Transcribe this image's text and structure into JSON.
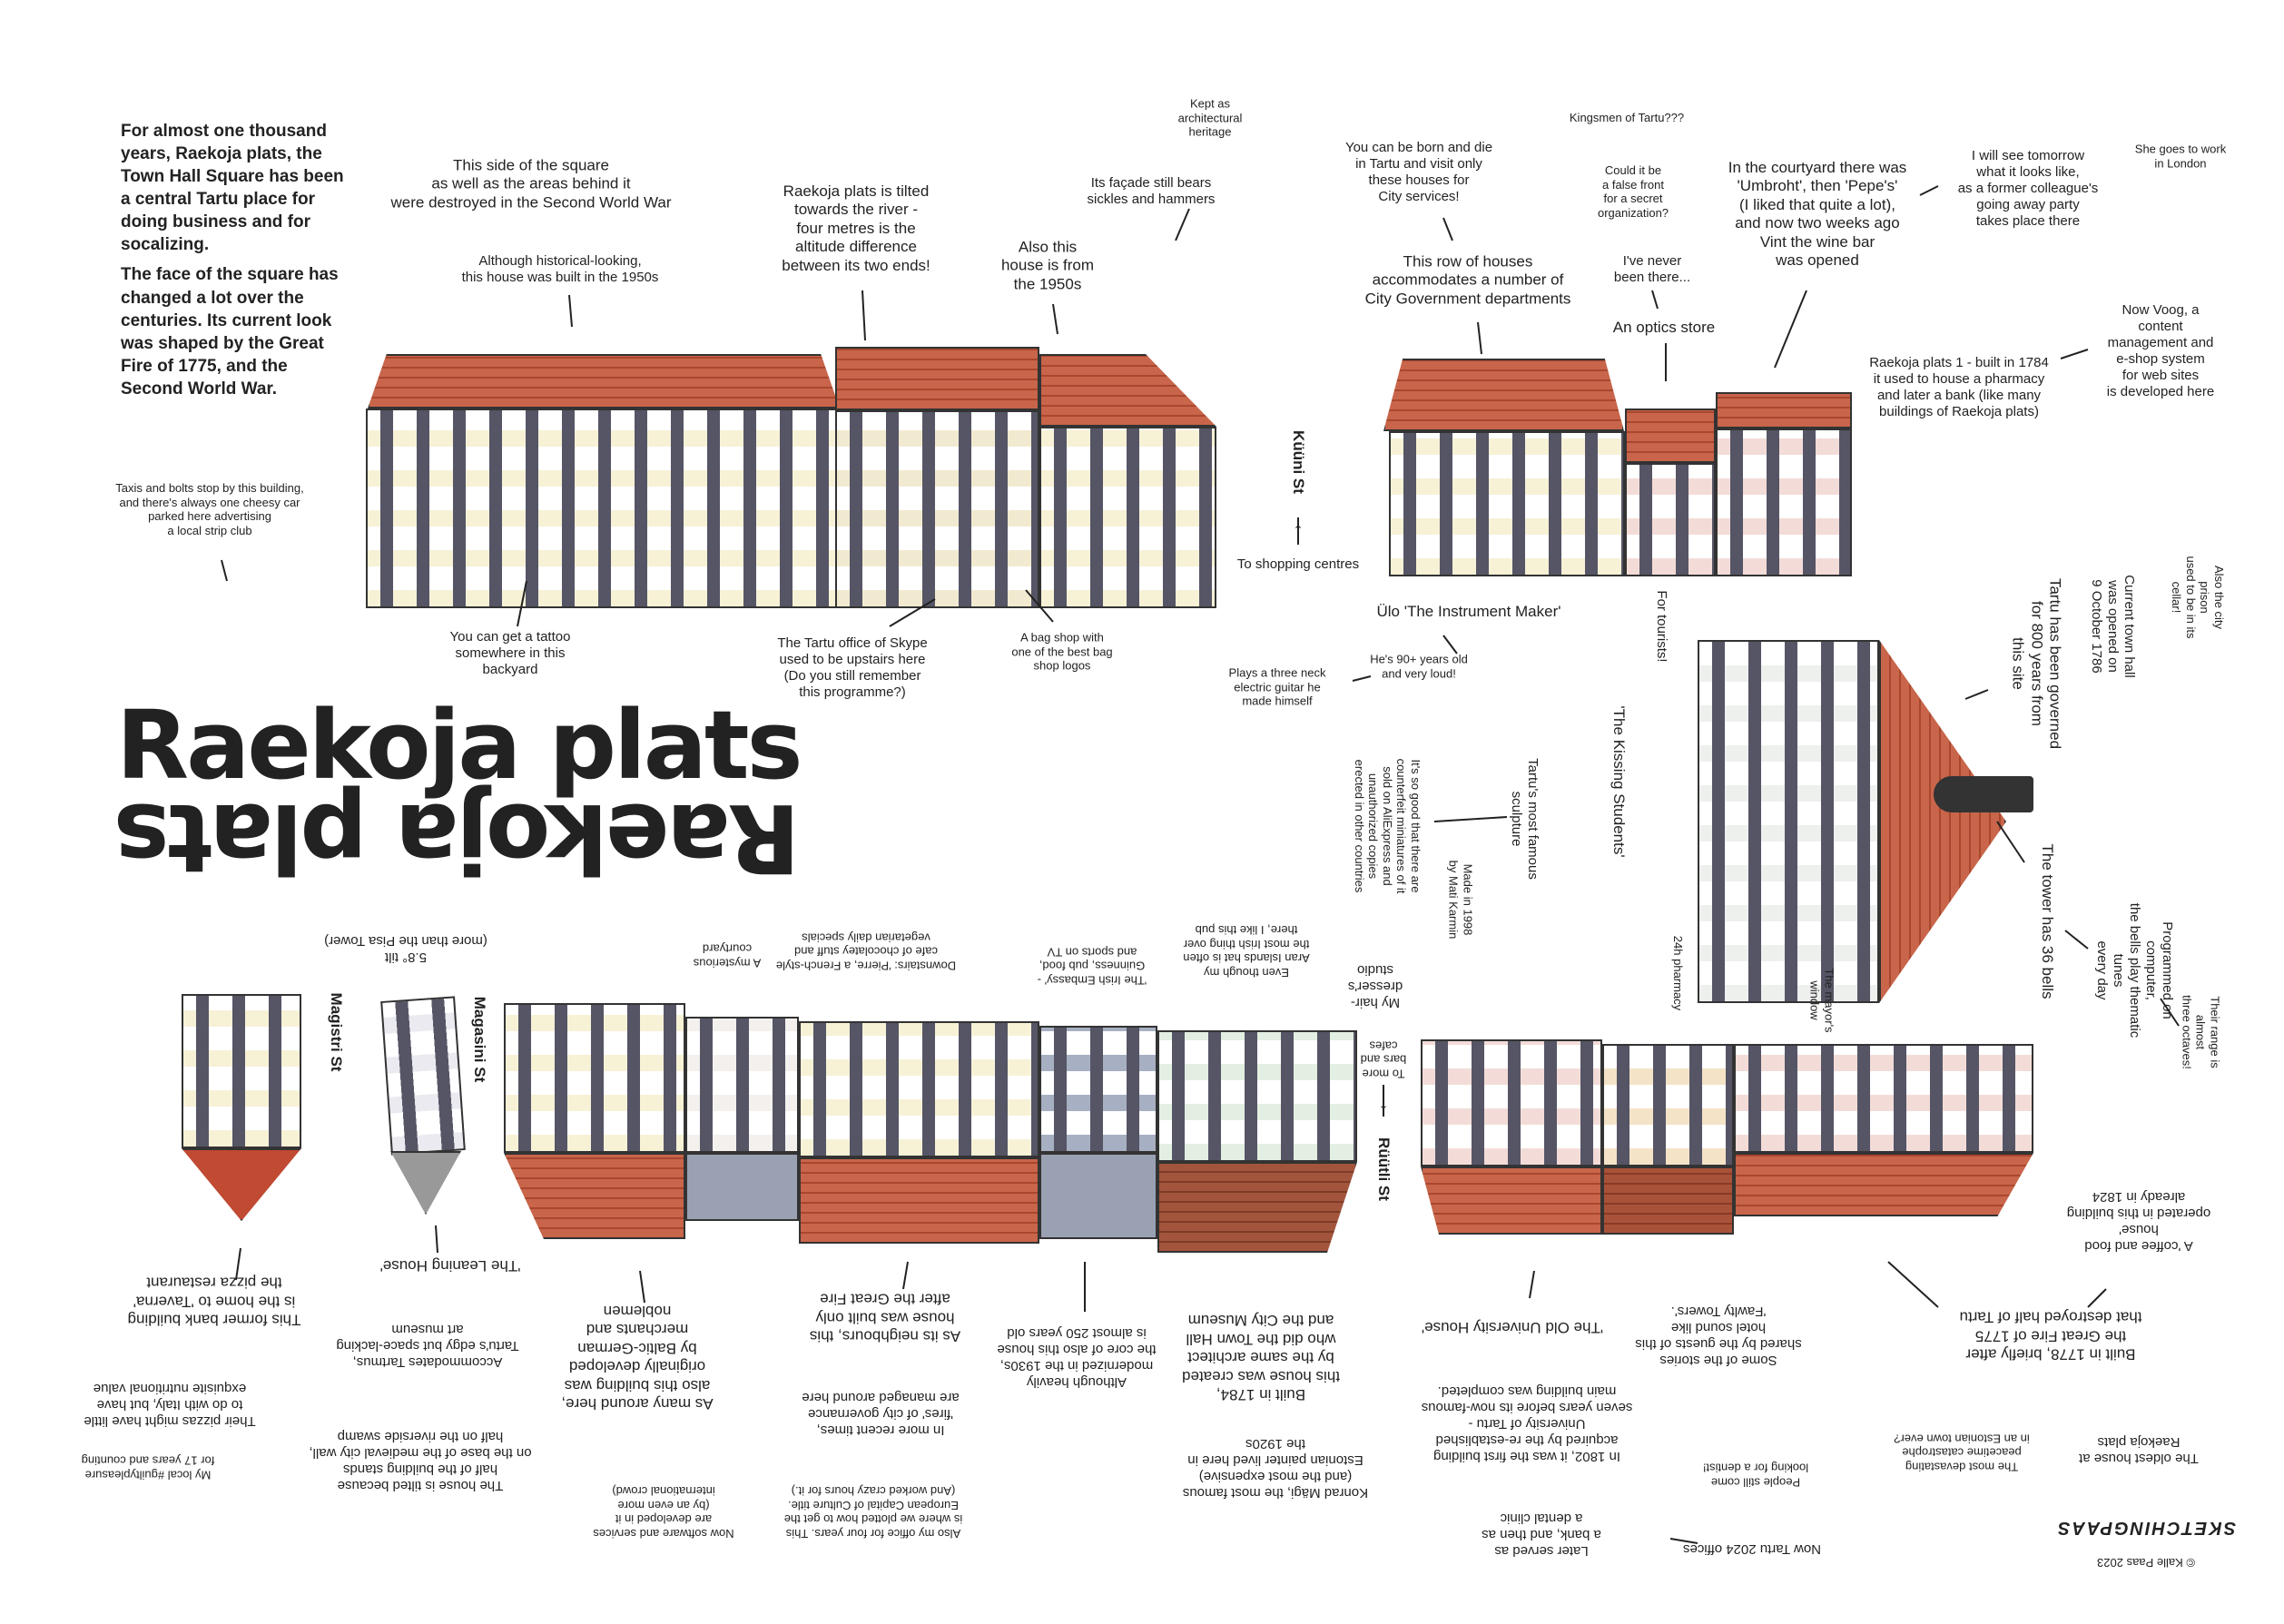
{
  "intro": [
    "For almost one thousand years, Raekoja plats, the Town Hall Square has been a central Tartu place for doing business and for socalizing.",
    "The face of the square has changed a lot over the centuries. Its current look was shaped by the Great Fire of 1775, and the Second World War."
  ],
  "title": "Raekoja plats",
  "title_mirrored": "Raekoja plats",
  "streets": {
    "kuuni": "Küüni St",
    "ruutli": "Rüütli St",
    "magistri": "Magistri St",
    "magasini": "Magasini St"
  },
  "top": {
    "destroyed": "This side of the square\nas well as the areas behind it\nwere destroyed in the Second World War",
    "historical": "Although historical-looking,\nthis house was built in the 1950s",
    "tilted": "Raekoja plats is tilted\ntowards the river -\nfour metres is the\naltitude difference\nbetween its two ends!",
    "heritage": "Kept as\narchitectural\nheritage",
    "sickles": "Its façade still bears\nsickles and hammers",
    "also1950s": "Also this\nhouse is from\nthe 1950s",
    "born": "You can be born and die\nin Tartu and visit only\nthese houses for\nCity services!",
    "row": "This row of houses\naccommodates a number of\nCity Government departments",
    "kingsmen": "Kingsmen of Tartu???",
    "false_front": "Could it be\na false front\nfor a secret\norganization?",
    "never": "I've never\nbeen there...",
    "optics": "An optics store",
    "courtyard": "In the courtyard there was\n'Umbroht', then 'Pepe's'\n(I liked that quite a lot),\nand now two weeks ago\nVint the wine bar\nwas opened",
    "tomorrow": "I will see tomorrow\nwhat it looks like,\nas a former colleague's\ngoing away party\ntakes place there",
    "london": "She goes to work\nin London",
    "voog": "Now Voog, a content\nmanagement and\ne-shop system\nfor web sites\nis developed here",
    "plats1": "Raekoja plats 1 - built in 1784\nit used to house a pharmacy\nand later a bank (like many\nbuildings of Raekoja plats)",
    "taxis": "Taxis and bolts stop by this building,\nand there's always one cheesy car\nparked here advertising\na local strip club",
    "shopping": "To shopping centres",
    "tattoo": "You can get a tattoo\nsomewhere in this\nbackyard",
    "skype": "The Tartu office of Skype\nused to be upstairs here\n(Do you still remember\nthis programme?)",
    "bagshop": "A bag shop with\none of the best bag\nshop logos",
    "ulo": "Ülo 'The Instrument Maker'",
    "ninety": "He's 90+ years old\nand very loud!",
    "guitar": "Plays a three neck\nelectric guitar he\nmade himself"
  },
  "townhall": {
    "tourists": "For tourists!",
    "kissing": "'The Kissing Students'",
    "famous": "Tartu's most famous\nsculpture",
    "made": "Made in 1998\nby Mati Karmin",
    "counterfeit": "It's so good that there are\ncounterfeit miniatures of it\nsold on AliExpress and\nunauthorized copies\nerected in other countries",
    "pharmacy": "24h pharmacy",
    "mayor": "The mayor's\nwindow",
    "governed": "Tartu has been governed\nfor 800 years from\nthis site",
    "opened": "Current town hall\nwas opened on\n9 October 1786",
    "prison": "Also the city prison\nused to be in its\ncellar!",
    "bells": "The tower has 36 bells",
    "programmed": "Programmed on computer,\nthe bells play thematic tunes\nevery day",
    "octaves": "Their range is almost\nthree octaves!"
  },
  "bottom": {
    "pisa": "5.8° tilt\n(more than the Pisa Tower)",
    "mysterious": "A mysterious\ncourtyard",
    "pierre": "Downstairs: 'Pierre, a French-style\ncafe of chocolatey stuff and\nvegetarian daily specials",
    "irish": "'The Irish Embassy' -\nGuinness, pub food,\nand sports on TV",
    "aran": "Even though my\nAran Islands hat is often\nthe most Irish thing over\nthere, I like this pub",
    "hairdresser": "My hair-\ndresser's\nstudio",
    "morebars": "To more\nbars and\ncafes",
    "taverna": "This former bank building\nis the home to 'Taverna'\nthe pizza restaurant",
    "pizzas": "Their pizzas might have little\nto do with Italy, but have\nexquisite nutritional value",
    "guilty": "My local #guiltypleasure\nfor 17 years and counting",
    "leaning": "'The Leaning House'",
    "tartmus": "Accommodates Tartmus,\nTartu's edgy but space-lacking\nart museum",
    "tilted_because": "The house is tilted because\nhalf of the building stands\non the base of the medieval city wall,\nhalf on the riverside swamp",
    "baltic": "As many around here,\nalso this building was\noriginally developed\nby Baltic-German\nmerchants and\nnoblemen",
    "software": "Now software and services\nare developed in it\n(by an even more\ninternational crowd)",
    "neighbours": "As its neighbours, this\nhouse was built only\nafter the Great Fire",
    "fires": "In more recent times,\n'fires' of city governance\nare managed around here",
    "office": "Also my office for four years. This\nis where we plotted how to get the\nEuropean Capital of Culture title.\n(And worked crazy hours for it.)",
    "modernized": "Although heavily\nmodernized in the 1930s,\nthe core of also this house\nis almost 250 years old",
    "built1784": "Built in 1784,\nthis house was created\nby the same architect\nwho did the Town Hall\nand the City Museum",
    "magi": "Konrad Mägi, the most famous\n(and the most expensive)\nEstonian painter lived here in\nthe 1920s",
    "olduni": "'The Old University House'",
    "in1802": "In 1802, it was the first building\nacquired by the re-established\nUniversity of Tartu -\nseven years before its now-famous\nmain building was completed.",
    "bank": "Later served as\na bank, and then as\na dental clinic",
    "tartu2024": "Now Tartu 2024 offices",
    "dentist": "People still come\nlooking for a dentist!",
    "fawlty": "Some of the stories\nshared by the guests of this\nhotel sound like\n'Fawlty Towers'.",
    "built1778": "Built in 1778, briefly after\nthe Great Fire of 1775\nthat destroyed half of Tartu",
    "coffee": "A 'coffee and food house'\noperated in this building\nalready in 1824",
    "devastating": "The most devastating\npeacetime catastrophe\nin an Estonian town ever?",
    "oldest": "The oldest house at\nRaekoja plats"
  },
  "credits": {
    "logo": "SKETCHINGPAAS",
    "copyright": "© Kalle Paas 2023"
  },
  "colors": {
    "roof": "#c8654a",
    "facade": "#f5efcf",
    "ink": "#222222"
  }
}
